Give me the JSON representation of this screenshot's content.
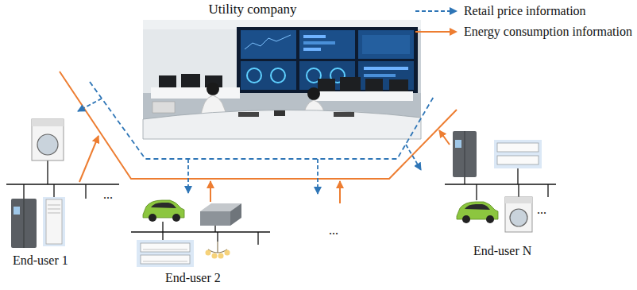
{
  "diagram": {
    "nodes": [
      {
        "text": [
          "Utility company"
        ]
      }
    ],
    "labels": [
      "...",
      "End-user 1",
      "End-user 2",
      "...",
      "...",
      "End-user N"
    ],
    "legend": [
      {
        "text": "Retail price information"
      },
      {
        "text": "Energy consumption information"
      }
    ]
  }
}
